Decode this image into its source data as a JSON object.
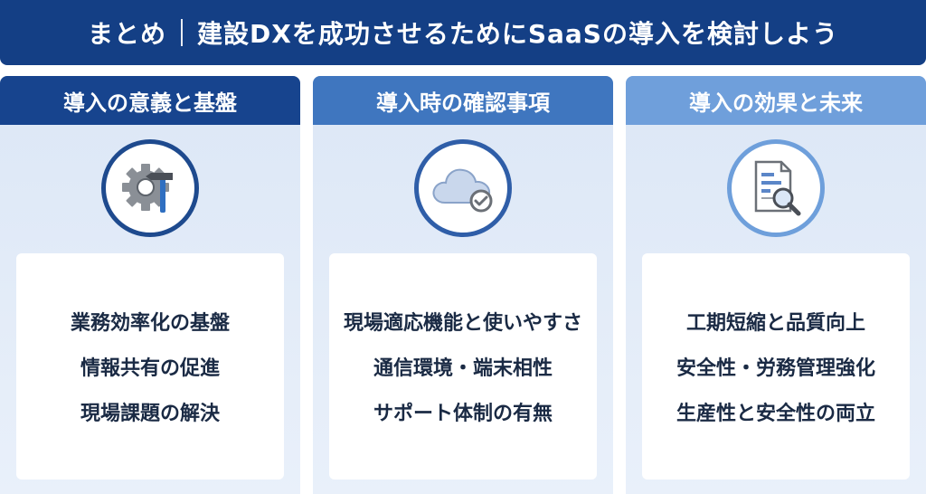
{
  "header": {
    "prefix": "まとめ",
    "title": "建設DXを成功させるためにSaaSの導入を検討しよう"
  },
  "columns": [
    {
      "heading": "導入の意義と基盤",
      "icon": "gear-wrench-icon",
      "items": [
        "業務効率化の基盤",
        "情報共有の促進",
        "現場課題の解決"
      ]
    },
    {
      "heading": "導入時の確認事項",
      "icon": "cloud-check-icon",
      "items": [
        "現場適応機能と使いやすさ",
        "通信環境・端末相性",
        "サポート体制の有無"
      ]
    },
    {
      "heading": "導入の効果と未来",
      "icon": "document-search-icon",
      "items": [
        "工期短縮と品質向上",
        "安全性・労務管理強化",
        "生産性と安全性の両立"
      ]
    }
  ],
  "colors": {
    "title_bg": "#143f85",
    "head1": "#17448e",
    "head2": "#3f76bf",
    "head3": "#6f9fdb",
    "panel_bg": "#dce7f6"
  }
}
